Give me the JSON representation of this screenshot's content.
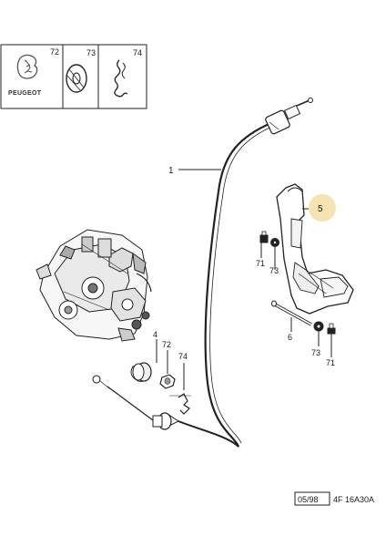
{
  "brand": {
    "logo_text": "PEUGEOT"
  },
  "inset": {
    "box1_label": "72",
    "box2_label": "73",
    "box3_label": "74"
  },
  "callouts": {
    "cable": "1",
    "pedal": "5",
    "pin": "6",
    "bolt_left": "71",
    "bolt_right": "71",
    "washer_right": "73",
    "grommet": "4",
    "nut": "72",
    "clip": "74"
  },
  "footer": {
    "date": "05/98",
    "code": "4F 16A30A"
  },
  "colors": {
    "ink": "#1a1a1a",
    "highlight": "#f6e3b0"
  }
}
